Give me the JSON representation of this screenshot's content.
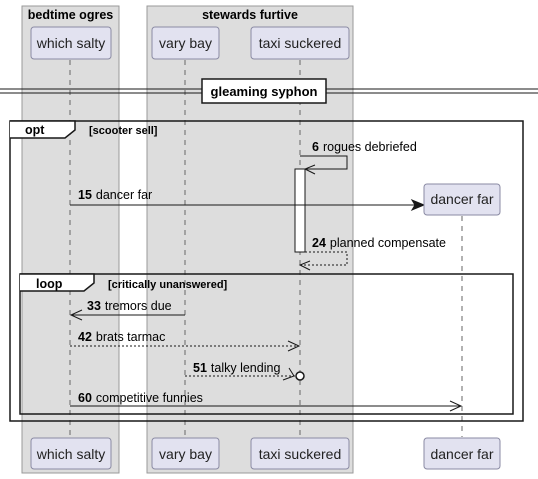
{
  "boxes": [
    {
      "title": "bedtime ogres"
    },
    {
      "title": "stewards furtive"
    }
  ],
  "participants": [
    {
      "id": "which_salty",
      "label": "which salty"
    },
    {
      "id": "vary_bay",
      "label": "vary bay"
    },
    {
      "id": "taxi_suckered",
      "label": "taxi suckered"
    },
    {
      "id": "dancer_far",
      "label": "dancer far"
    }
  ],
  "divider": {
    "label": "gleaming syphon"
  },
  "opt_frame": {
    "tag": "opt",
    "condition": "[scooter sell]"
  },
  "loop_frame": {
    "tag": "loop",
    "condition": "[critically unanswered]"
  },
  "messages": [
    {
      "num": "6",
      "text": "rogues debriefed",
      "from": "taxi_suckered",
      "to": "taxi_suckered",
      "style": "self-solid"
    },
    {
      "num": "15",
      "text": "dancer far",
      "from": "which_salty",
      "to": "dancer_far",
      "style": "create"
    },
    {
      "num": "24",
      "text": "planned compensate",
      "from": "taxi_suckered",
      "to": "taxi_suckered",
      "style": "self-dashed"
    },
    {
      "num": "33",
      "text": "tremors due",
      "from": "vary_bay",
      "to": "which_salty",
      "style": "solid-open"
    },
    {
      "num": "42",
      "text": "brats tarmac",
      "from": "which_salty",
      "to": "taxi_suckered",
      "style": "dashed-open"
    },
    {
      "num": "51",
      "text": "talky lending",
      "from": "vary_bay",
      "to": "taxi_suckered",
      "style": "dashed-circle"
    },
    {
      "num": "60",
      "text": "competitive funnies",
      "from": "which_salty",
      "to": "dancer_far",
      "style": "solid-open"
    }
  ],
  "colors": {
    "box_bg": "#dddddd",
    "box_border": "#999999",
    "participant_fill": "#e2e2f0",
    "participant_border": "#8a8aa3",
    "line": "#181818",
    "lifeline": "#666666"
  }
}
